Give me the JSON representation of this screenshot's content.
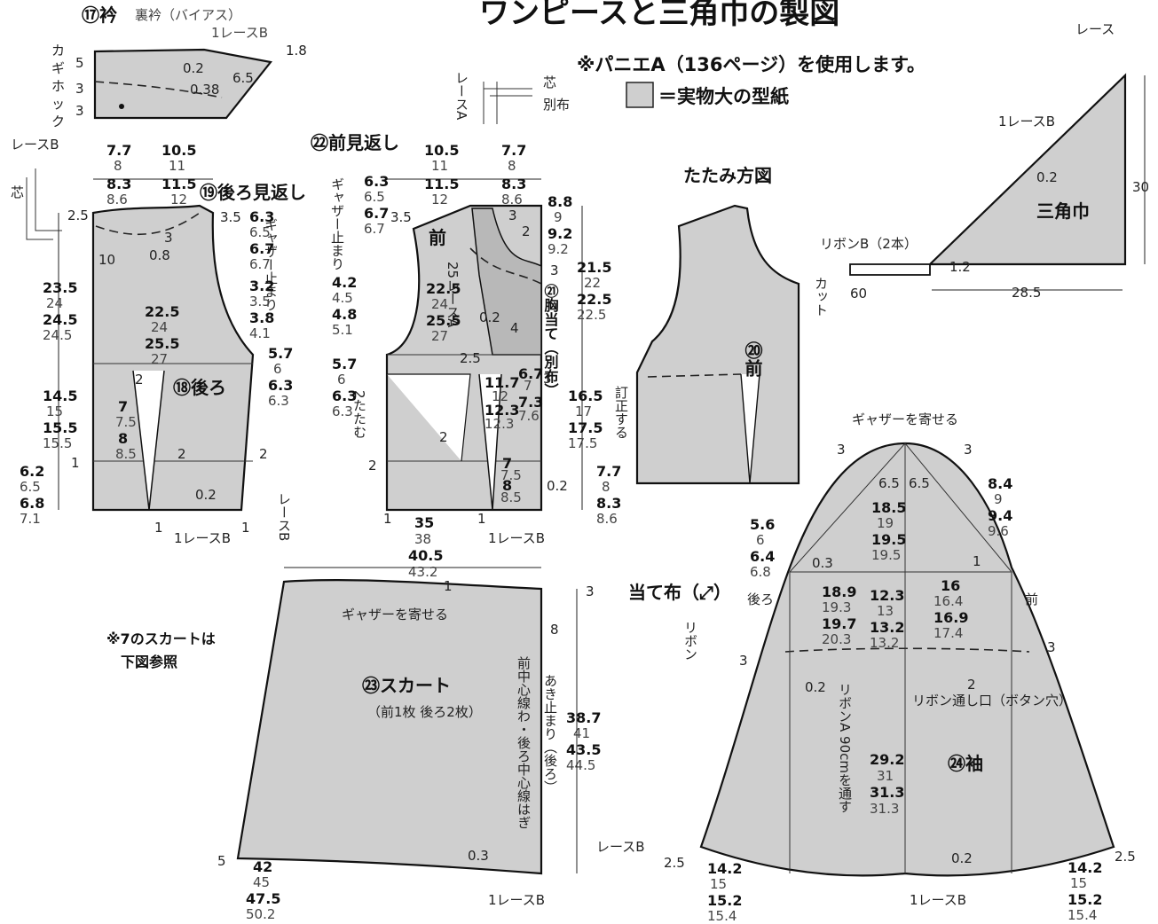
{
  "title": "ワンピースと三角巾の製図",
  "notes": {
    "pannier": "※パニエA（136ページ）を使用します。",
    "legend_text": "＝実物大の型紙",
    "skirt_note_1": "※7のスカートは",
    "skirt_note_2": "下図参照"
  },
  "collar": {
    "title": "⑰衿",
    "sub": "裏衿（バイアス）",
    "lace": "1レースB",
    "hook": "カギホック",
    "m": [
      "5",
      "3",
      "3",
      "0.2",
      "0.38",
      "6.5",
      "1.8"
    ]
  },
  "lace_detail": {
    "lace_a": "レースA",
    "shin": "芯",
    "betsu": "別布",
    "lace_b": "レースB",
    "shin2": "芯"
  },
  "back": {
    "label": "⑱後ろ",
    "facing": "⑲後ろ見返し",
    "gather_stop": "ギャザー止まり",
    "lace": "1レースB",
    "lace_side": "レースB",
    "top": [
      "7.7",
      "8",
      "8.3",
      "8.6",
      "10.5",
      "11",
      "11.5",
      "12"
    ],
    "left": [
      [
        "23.5",
        "24"
      ],
      [
        "24.5",
        "24.5"
      ],
      [
        "14.5",
        "15"
      ],
      [
        "15.5",
        "15.5"
      ],
      [
        "6.2",
        "6.5"
      ],
      [
        "6.8",
        "7.1"
      ]
    ],
    "inner": [
      [
        "22.5",
        "24"
      ],
      [
        "25.5",
        "27"
      ],
      [
        "7",
        "7.5"
      ],
      [
        "8",
        "8.5"
      ]
    ],
    "right": [
      [
        "6.3",
        "6.5"
      ],
      [
        "6.7",
        "6.7"
      ],
      [
        "3.2",
        "3.5"
      ],
      [
        "3.8",
        "4.1"
      ],
      [
        "5.7",
        "6"
      ],
      [
        "6.3",
        "6.3"
      ]
    ],
    "misc": [
      "2.5",
      "10",
      "3",
      "0.8",
      "3.5",
      "2",
      "2",
      "2",
      "1",
      "0.2",
      "1",
      "1"
    ]
  },
  "front": {
    "label": "前",
    "facing": "㉒前見返し",
    "gather_stop": "ギャザー止まり",
    "pleat": "2たたむ",
    "lace": "1レースB",
    "lace_a": "25レースA",
    "bodice": "㉑胸当て（別布）",
    "top": [
      "10.5",
      "11",
      "11.5",
      "12",
      "7.7",
      "8",
      "8.3",
      "8.6"
    ],
    "left": [
      [
        "6.3",
        "6.5"
      ],
      [
        "6.7",
        "6.7"
      ],
      [
        "4.2",
        "4.5"
      ],
      [
        "4.8",
        "5.1"
      ],
      [
        "5.7",
        "6"
      ],
      [
        "6.3",
        "6.3"
      ]
    ],
    "inner": [
      [
        "22.5",
        "24"
      ],
      [
        "25.5",
        "27"
      ],
      [
        "11.7",
        "12"
      ],
      [
        "12.3",
        "12.3"
      ],
      [
        "6.7",
        "7"
      ],
      [
        "7.3",
        "7.6"
      ],
      [
        "7",
        "7.5"
      ],
      [
        "8",
        "8.5"
      ]
    ],
    "right": [
      [
        "8.8",
        "9"
      ],
      [
        "9.2",
        "9.2"
      ],
      [
        "21.5",
        "22"
      ],
      [
        "22.5",
        "22.5"
      ],
      [
        "16.5",
        "17"
      ],
      [
        "17.5",
        "17.5"
      ],
      [
        "7.7",
        "8"
      ],
      [
        "8.3",
        "8.6"
      ]
    ],
    "misc": [
      "3.5",
      "3",
      "2",
      "3",
      "2.5",
      "3",
      "4",
      "0.2",
      "2",
      "2",
      "1",
      "1",
      "0.2",
      "35",
      "38",
      "40.5",
      "43.2"
    ]
  },
  "fold": {
    "title": "たたみ方図",
    "label": "⑳前",
    "tuck": "訂正する"
  },
  "scarf": {
    "label": "三角巾",
    "lace": "1レースB",
    "ribbon": "リボンB（2本）",
    "cut": "カット",
    "lace_top": "レース",
    "m": [
      "30",
      "0.2",
      "1.2",
      "60",
      "28.5"
    ]
  },
  "skirt": {
    "label": "㉓スカート",
    "count": "（前1枚 後ろ2枚）",
    "gather": "ギャザーを寄せる",
    "center": "前中心線わ・後ろ中心線はぎ",
    "opening": "あき止まり（後ろ）",
    "lace": "1レースB",
    "m": [
      "1",
      "3",
      "8",
      "38.7",
      "41",
      "43.5",
      "44.5",
      "5",
      "42",
      "45",
      "47.5",
      "50.2",
      "0.3"
    ]
  },
  "sleeve": {
    "label": "㉔袖",
    "gather": "ギャザーを寄せる",
    "patch": "当て布（⤢）",
    "back": "後ろ",
    "front": "前",
    "ribbon": "リボン",
    "ribbon_hole": "リボン通し口（ボタン穴）",
    "ribbon_note": "リボンA 90cmを通す",
    "lace": "1レースB",
    "lace_side": "レースB",
    "m": [
      "3",
      "3",
      "6.5",
      "6.5",
      "18.5",
      "19",
      "19.5",
      "19.5",
      "8.4",
      "9",
      "9.4",
      "9.6",
      "5.6",
      "6",
      "6.4",
      "6.8",
      "0.3",
      "1",
      "18.9",
      "19.3",
      "19.7",
      "20.3",
      "12.3",
      "13",
      "13.2",
      "13.2",
      "16",
      "16.4",
      "16.9",
      "17.4",
      "3",
      "3",
      "0.2",
      "2",
      "29.2",
      "31",
      "31.3",
      "31.3",
      "2.5",
      "14.2",
      "15",
      "15.2",
      "15.4",
      "0.2",
      "2.5",
      "14.2",
      "15",
      "15.2",
      "15.4"
    ]
  }
}
